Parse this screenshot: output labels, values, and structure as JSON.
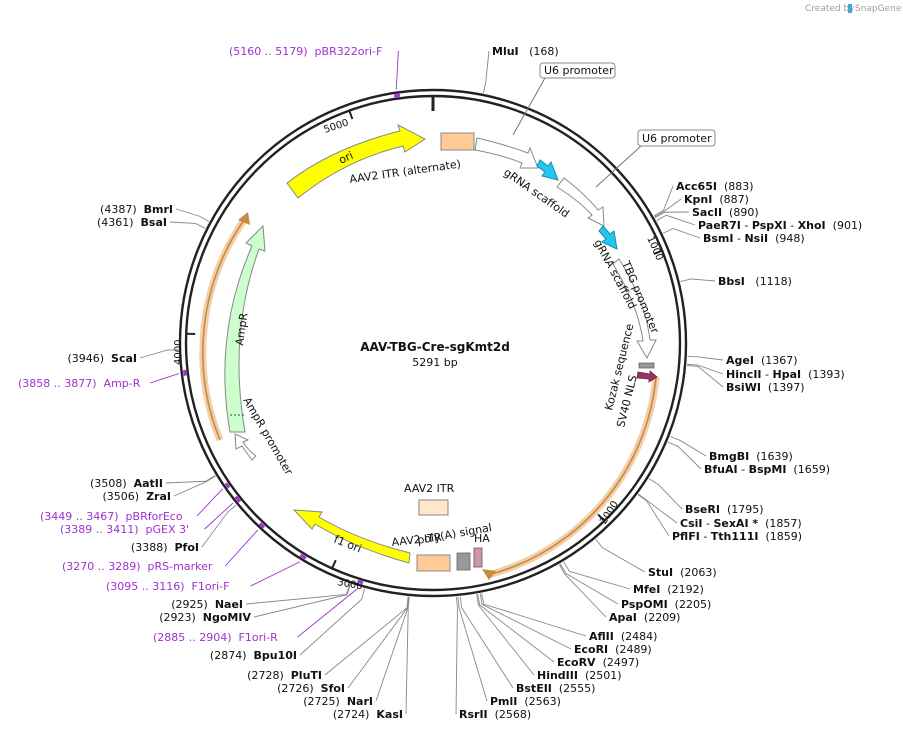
{
  "credit": {
    "prefix": "Created by",
    "brand": "SnapGene"
  },
  "plasmid": {
    "name": "AAV-TBG-Cre-sgKmt2d",
    "length_label": "5291 bp",
    "length": 5291
  },
  "ticks": [
    {
      "pos": 1000,
      "label": "1000"
    },
    {
      "pos": 2000,
      "label": "2000"
    },
    {
      "pos": 3000,
      "label": "3000"
    },
    {
      "pos": 4000,
      "label": "4000"
    },
    {
      "pos": 5000,
      "label": "5000"
    }
  ],
  "sites": [
    {
      "id": "mlui",
      "parts": [
        {
          "t": "MluI",
          "b": true
        },
        {
          "t": "   (168)",
          "b": false
        }
      ],
      "pos": 168
    },
    {
      "id": "acc65i",
      "parts": [
        {
          "t": "Acc65I",
          "b": true
        },
        {
          "t": "  (883)",
          "b": false
        }
      ],
      "pos": 883
    },
    {
      "id": "kpni",
      "parts": [
        {
          "t": "KpnI",
          "b": true
        },
        {
          "t": "  (887)",
          "b": false
        }
      ],
      "pos": 887
    },
    {
      "id": "saci",
      "parts": [
        {
          "t": "SacII",
          "b": true
        },
        {
          "t": "  (890)",
          "b": false
        }
      ],
      "pos": 890
    },
    {
      "id": "paer7i",
      "parts": [
        {
          "t": "PaeR7I",
          "b": true
        },
        {
          "t": " - ",
          "b": false
        },
        {
          "t": "PspXI",
          "b": true
        },
        {
          "t": " - ",
          "b": false
        },
        {
          "t": "XhoI",
          "b": true
        },
        {
          "t": "  (901)",
          "b": false
        }
      ],
      "pos": 901
    },
    {
      "id": "bsmi",
      "parts": [
        {
          "t": "BsmI",
          "b": true
        },
        {
          "t": " - ",
          "b": false
        },
        {
          "t": "NsiI",
          "b": true
        },
        {
          "t": "  (948)",
          "b": false
        }
      ],
      "pos": 948
    },
    {
      "id": "bbsi",
      "parts": [
        {
          "t": "BbsI",
          "b": true
        },
        {
          "t": "   (1118)",
          "b": false
        }
      ],
      "pos": 1118
    },
    {
      "id": "agei",
      "parts": [
        {
          "t": "AgeI",
          "b": true
        },
        {
          "t": "  (1367)",
          "b": false
        }
      ],
      "pos": 1367
    },
    {
      "id": "hincii",
      "parts": [
        {
          "t": "HincII",
          "b": true
        },
        {
          "t": " - ",
          "b": false
        },
        {
          "t": "HpaI",
          "b": true
        },
        {
          "t": "  (1393)",
          "b": false
        }
      ],
      "pos": 1393
    },
    {
      "id": "bsiwi",
      "parts": [
        {
          "t": "BsiWI",
          "b": true
        },
        {
          "t": "  (1397)",
          "b": false
        }
      ],
      "pos": 1397
    },
    {
      "id": "bmgbi",
      "parts": [
        {
          "t": "BmgBI",
          "b": true
        },
        {
          "t": "  (1639)",
          "b": false
        }
      ],
      "pos": 1639
    },
    {
      "id": "bfuai",
      "parts": [
        {
          "t": "BfuAI",
          "b": true
        },
        {
          "t": " - ",
          "b": false
        },
        {
          "t": "BspMI",
          "b": true
        },
        {
          "t": "  (1659)",
          "b": false
        }
      ],
      "pos": 1659
    },
    {
      "id": "bseri",
      "parts": [
        {
          "t": "BseRI",
          "b": true
        },
        {
          "t": "  (1795)",
          "b": false
        }
      ],
      "pos": 1795
    },
    {
      "id": "csii",
      "parts": [
        {
          "t": "CsiI",
          "b": true
        },
        {
          "t": " - ",
          "b": false
        },
        {
          "t": "SexAI *",
          "b": true
        },
        {
          "t": "  (1857)",
          "b": false
        }
      ],
      "pos": 1857
    },
    {
      "id": "pflfi",
      "parts": [
        {
          "t": "PflFI",
          "b": true
        },
        {
          "t": " - ",
          "b": false
        },
        {
          "t": "Tth111I",
          "b": true
        },
        {
          "t": "  (1859)",
          "b": false
        }
      ],
      "pos": 1859
    },
    {
      "id": "stui",
      "parts": [
        {
          "t": "StuI",
          "b": true
        },
        {
          "t": "  (2063)",
          "b": false
        }
      ],
      "pos": 2063
    },
    {
      "id": "mfei",
      "parts": [
        {
          "t": "MfeI",
          "b": true
        },
        {
          "t": "  (2192)",
          "b": false
        }
      ],
      "pos": 2192
    },
    {
      "id": "pspomi",
      "parts": [
        {
          "t": "PspOMI",
          "b": true
        },
        {
          "t": "  (2205)",
          "b": false
        }
      ],
      "pos": 2205
    },
    {
      "id": "apai",
      "parts": [
        {
          "t": "ApaI",
          "b": true
        },
        {
          "t": "  (2209)",
          "b": false
        }
      ],
      "pos": 2209
    },
    {
      "id": "aflii",
      "parts": [
        {
          "t": "AflII",
          "b": true
        },
        {
          "t": "  (2484)",
          "b": false
        }
      ],
      "pos": 2484
    },
    {
      "id": "ecori",
      "parts": [
        {
          "t": "EcoRI",
          "b": true
        },
        {
          "t": "  (2489)",
          "b": false
        }
      ],
      "pos": 2489
    },
    {
      "id": "ecorv",
      "parts": [
        {
          "t": "EcoRV",
          "b": true
        },
        {
          "t": "  (2497)",
          "b": false
        }
      ],
      "pos": 2497
    },
    {
      "id": "hindiii",
      "parts": [
        {
          "t": "HindIII",
          "b": true
        },
        {
          "t": "  (2501)",
          "b": false
        }
      ],
      "pos": 2501
    },
    {
      "id": "bsteii",
      "parts": [
        {
          "t": "BstEII",
          "b": true
        },
        {
          "t": "  (2555)",
          "b": false
        }
      ],
      "pos": 2555
    },
    {
      "id": "pmli",
      "parts": [
        {
          "t": "PmlI",
          "b": true
        },
        {
          "t": "  (2563)",
          "b": false
        }
      ],
      "pos": 2563
    },
    {
      "id": "rsrii",
      "parts": [
        {
          "t": "RsrII",
          "b": true
        },
        {
          "t": "  (2568)",
          "b": false
        }
      ],
      "pos": 2568
    },
    {
      "id": "kasi",
      "parts": [
        {
          "t": "(2724)  ",
          "b": false
        },
        {
          "t": "KasI",
          "b": true
        }
      ],
      "pos": 2724
    },
    {
      "id": "nari",
      "parts": [
        {
          "t": "(2725)  ",
          "b": false
        },
        {
          "t": "NarI",
          "b": true
        }
      ],
      "pos": 2725
    },
    {
      "id": "sfoi",
      "parts": [
        {
          "t": "(2726)  ",
          "b": false
        },
        {
          "t": "SfoI",
          "b": true
        }
      ],
      "pos": 2726
    },
    {
      "id": "pluti",
      "parts": [
        {
          "t": "(2728)  ",
          "b": false
        },
        {
          "t": "PluTI",
          "b": true
        }
      ],
      "pos": 2728
    },
    {
      "id": "bpu10i",
      "parts": [
        {
          "t": "(2874)  ",
          "b": false
        },
        {
          "t": "Bpu10I",
          "b": true
        }
      ],
      "pos": 2874
    },
    {
      "id": "ngomiv",
      "parts": [
        {
          "t": "(2923)  ",
          "b": false
        },
        {
          "t": "NgoMIV",
          "b": true
        }
      ],
      "pos": 2923
    },
    {
      "id": "naei",
      "parts": [
        {
          "t": "(2925)  ",
          "b": false
        },
        {
          "t": "NaeI",
          "b": true
        }
      ],
      "pos": 2925
    },
    {
      "id": "pfoi",
      "parts": [
        {
          "t": "(3388)  ",
          "b": false
        },
        {
          "t": "PfoI",
          "b": true
        }
      ],
      "pos": 3388
    },
    {
      "id": "zrai",
      "parts": [
        {
          "t": "(3506)  ",
          "b": false
        },
        {
          "t": "ZraI",
          "b": true
        }
      ],
      "pos": 3506
    },
    {
      "id": "aatii",
      "parts": [
        {
          "t": "(3508)  ",
          "b": false
        },
        {
          "t": "AatII",
          "b": true
        }
      ],
      "pos": 3508
    },
    {
      "id": "scai",
      "parts": [
        {
          "t": "(3946)  ",
          "b": false
        },
        {
          "t": "ScaI",
          "b": true
        }
      ],
      "pos": 3946
    },
    {
      "id": "bsai",
      "parts": [
        {
          "t": "(4361)  ",
          "b": false
        },
        {
          "t": "BsaI",
          "b": true
        }
      ],
      "pos": 4361
    },
    {
      "id": "bmri",
      "parts": [
        {
          "t": "(4387)  ",
          "b": false
        },
        {
          "t": "BmrI",
          "b": true
        }
      ],
      "pos": 4387
    }
  ],
  "primers": [
    {
      "id": "pbr322ori-f",
      "label": "(5160 .. 5179)  pBR322ori-F",
      "start": 5160,
      "end": 5179
    },
    {
      "id": "amp-r",
      "label": "(3858 .. 3877)  Amp-R",
      "start": 3858,
      "end": 3877
    },
    {
      "id": "pbrforeco",
      "label": "(3449 .. 3467)  pBRforEco",
      "start": 3449,
      "end": 3467
    },
    {
      "id": "pgex3",
      "label": "(3389 .. 3411)  pGEX 3'",
      "start": 3389,
      "end": 3411
    },
    {
      "id": "prs-marker",
      "label": "(3270 .. 3289)  pRS-marker",
      "start": 3270,
      "end": 3289
    },
    {
      "id": "f1ori-f",
      "label": "(3095 .. 3116)  F1ori-F",
      "start": 3095,
      "end": 3116
    },
    {
      "id": "f1ori-r",
      "label": "(2885 .. 2904)  F1ori-R",
      "start": 2885,
      "end": 2904
    }
  ],
  "features": [
    {
      "id": "aav2-itr-alt",
      "label": "AAV2 ITR (alternate)",
      "kind": "box",
      "color": "#ffcc99"
    },
    {
      "id": "u6-promoter-1",
      "label": "U6 promoter",
      "kind": "arrow",
      "color": "#ffffff"
    },
    {
      "id": "grna-scaffold-1",
      "label": "gRNA scaffold",
      "kind": "arrow",
      "color": "#22c7ee"
    },
    {
      "id": "u6-promoter-2",
      "label": "U6 promoter",
      "kind": "arrow",
      "color": "#ffffff"
    },
    {
      "id": "grna-scaffold-2",
      "label": "gRNA scaffold",
      "kind": "arrow",
      "color": "#22c7ee"
    },
    {
      "id": "tbg-promoter",
      "label": "TBG promoter",
      "kind": "arrow",
      "color": "#ffffff"
    },
    {
      "id": "kozak",
      "label": "Kozak sequence",
      "kind": "box",
      "color": "#999999"
    },
    {
      "id": "sv40-nls",
      "label": "SV40 NLS",
      "kind": "arrow",
      "color": "#993366"
    },
    {
      "id": "cre",
      "label": "",
      "kind": "arrow",
      "color": "#ffd7a0"
    },
    {
      "id": "ha",
      "label": "HA",
      "kind": "box",
      "color": "#cc99aa"
    },
    {
      "id": "polya",
      "label": "poly(A) signal",
      "kind": "box",
      "color": "#999999"
    },
    {
      "id": "aav2-itr",
      "label": "AAV2 ITR",
      "kind": "box",
      "color": "#ffcc99"
    },
    {
      "id": "f1-ori",
      "label": "f1 ori",
      "kind": "arrow",
      "color": "#ffff00"
    },
    {
      "id": "ampr-promoter",
      "label": "AmpR promoter",
      "kind": "arrow",
      "color": "#ffffff"
    },
    {
      "id": "ampr",
      "label": "AmpR",
      "kind": "arrow",
      "color": "#ccffcc"
    },
    {
      "id": "ori",
      "label": "ori",
      "kind": "arrow",
      "color": "#ffff00"
    }
  ],
  "colors": {
    "backbone": "#222222",
    "site_line": "#777777",
    "primer": "#a030d0",
    "cre_outline": "#e8a860",
    "credit_icon": "#4aa0d8"
  }
}
